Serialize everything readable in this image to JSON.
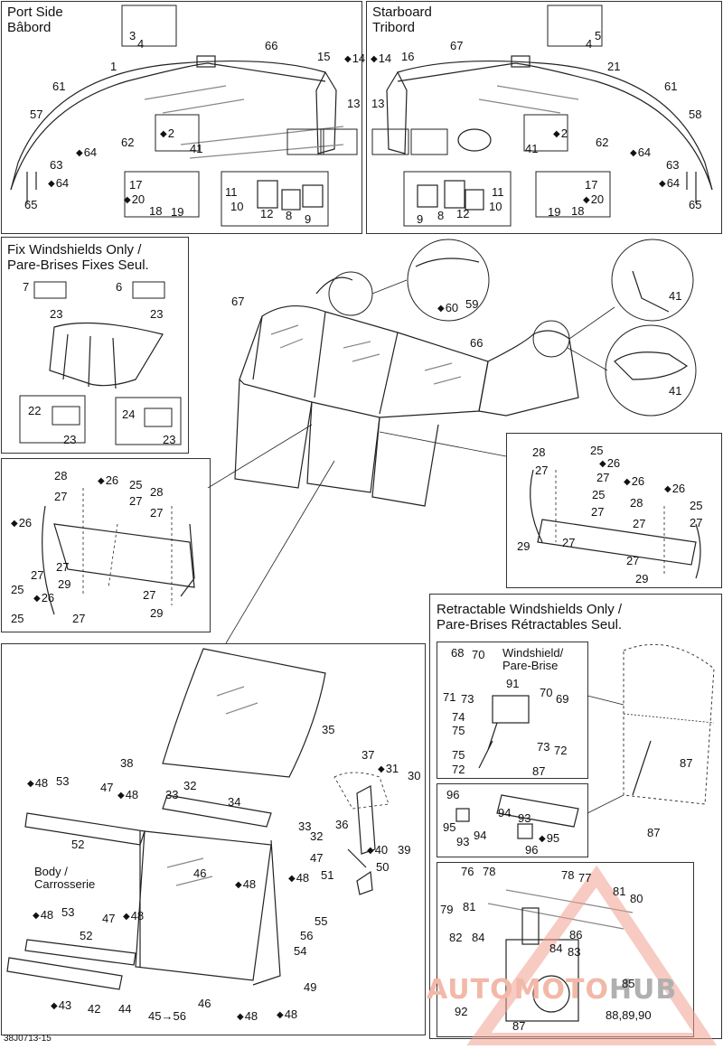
{
  "panels": {
    "port": {
      "title_line1": "Port Side",
      "title_line2": "Bâbord"
    },
    "starboard": {
      "title_line1": "Starboard",
      "title_line2": "Tribord"
    },
    "fix": {
      "title_line1": "Fix Windshields Only /",
      "title_line2": "Pare-Brises Fixes Seul."
    },
    "retract": {
      "title_line1": "Retractable Windshields Only /",
      "title_line2": "Pare-Brises Rétractables Seul."
    }
  },
  "notes": {
    "windshield_line1": "Windshield/",
    "windshield_line2": "Pare-Brise",
    "body_line1": "Body /",
    "body_line2": "Carrosserie"
  },
  "diagram_code": "38J0713-15",
  "watermark": {
    "part1": "AUTO",
    "part2": "MOTO",
    "part3": "HUB"
  },
  "labels": {
    "p_3": "3",
    "p_4": "4",
    "p_66": "66",
    "p_1": "1",
    "p_61": "61",
    "p_57": "57",
    "p_15": "15",
    "p_14": "14",
    "p_13": "13",
    "p_2": "2",
    "p_41": "41",
    "p_64": "64",
    "p_62": "62",
    "p_63": "63",
    "p_64b": "64",
    "p_65": "65",
    "p_17": "17",
    "p_20": "20",
    "p_18": "18",
    "p_19": "19",
    "p_11": "11",
    "p_10": "10",
    "p_12": "12",
    "p_8": "8",
    "p_9": "9",
    "s_5": "5",
    "s_4": "4",
    "s_67": "67",
    "s_21": "21",
    "s_61": "61",
    "s_58": "58",
    "s_16": "16",
    "s_14": "14",
    "s_13": "13",
    "s_2": "2",
    "s_41": "41",
    "s_62": "62",
    "s_64": "64",
    "s_63": "63",
    "s_64b": "64",
    "s_65": "65",
    "s_17": "17",
    "s_20": "20",
    "s_18": "18",
    "s_19": "19",
    "s_11": "11",
    "s_10": "10",
    "s_12": "12",
    "s_8": "8",
    "s_9": "9",
    "f_7": "7",
    "f_23a": "23",
    "f_6": "6",
    "f_23b": "23",
    "f_22": "22",
    "f_23c": "23",
    "f_24": "24",
    "f_23d": "23",
    "c_67": "67",
    "c_66": "66",
    "c_60": "60",
    "c_59": "59",
    "c_41a": "41",
    "c_41b": "41",
    "l_28a": "28",
    "l_27a": "27",
    "l_26a": "26",
    "l_25a": "25",
    "l_27b": "27",
    "l_28b": "28",
    "l_27c": "27",
    "l_26b": "26",
    "l_27d": "27",
    "l_25b": "25",
    "l_27e": "27",
    "l_29a": "29",
    "l_26c": "26",
    "l_25c": "25",
    "l_27f": "27",
    "l_27g": "27",
    "l_29b": "29",
    "r_28a": "28",
    "r_25a": "25",
    "r_26a": "26",
    "r_27a": "27",
    "r_27b": "27",
    "r_26b": "26",
    "r_25b": "25",
    "r_28b": "28",
    "r_26c": "26",
    "r_27c": "27",
    "r_27d": "27",
    "r_25c": "25",
    "r_27e": "27",
    "r_29a": "29",
    "r_27f": "27",
    "r_27g": "27",
    "r_29b": "29",
    "b_35": "35",
    "b_38": "38",
    "b_48a": "48",
    "b_53a": "53",
    "b_47a": "47",
    "b_48b": "48",
    "b_32a": "32",
    "b_33a": "33",
    "b_34": "34",
    "b_52a": "52",
    "b_33b": "33",
    "b_32b": "32",
    "b_47b": "47",
    "b_48c": "48",
    "b_46a": "46",
    "b_48d": "48",
    "b_48e": "48",
    "b_53b": "53",
    "b_47c": "47",
    "b_48f": "48",
    "b_52b": "52",
    "b_37": "37",
    "b_31": "31",
    "b_30": "30",
    "b_36": "36",
    "b_40": "40",
    "b_39": "39",
    "b_51": "51",
    "b_50": "50",
    "b_55": "55",
    "b_56": "56",
    "b_54": "54",
    "b_43": "43",
    "b_42": "42",
    "b_44": "44",
    "b_45": "45→56",
    "b_46b": "46",
    "b_48g": "48",
    "b_49": "49",
    "b_48h": "48",
    "t_68": "68",
    "t_70a": "70",
    "t_91": "91",
    "t_71": "71",
    "t_73a": "73",
    "t_70b": "70",
    "t_69": "69",
    "t_74": "74",
    "t_75a": "75",
    "t_73b": "73",
    "t_72a": "72",
    "t_75b": "75",
    "t_72b": "72",
    "t_87a": "87",
    "t_87b": "87",
    "t_96a": "96",
    "t_95a": "95",
    "t_94a": "94",
    "t_93a": "93",
    "t_94b": "94",
    "t_93b": "93",
    "t_95b": "95",
    "t_96b": "96",
    "t_87c": "87",
    "t_76": "76",
    "t_78a": "78",
    "t_78b": "78",
    "t_77": "77",
    "t_81a": "81",
    "t_80": "80",
    "t_79": "79",
    "t_81b": "81",
    "t_82": "82",
    "t_84a": "84",
    "t_84b": "84",
    "t_83": "83",
    "t_86": "86",
    "t_85": "85",
    "t_92": "92",
    "t_87d": "87",
    "t_88": "88,89,90"
  }
}
